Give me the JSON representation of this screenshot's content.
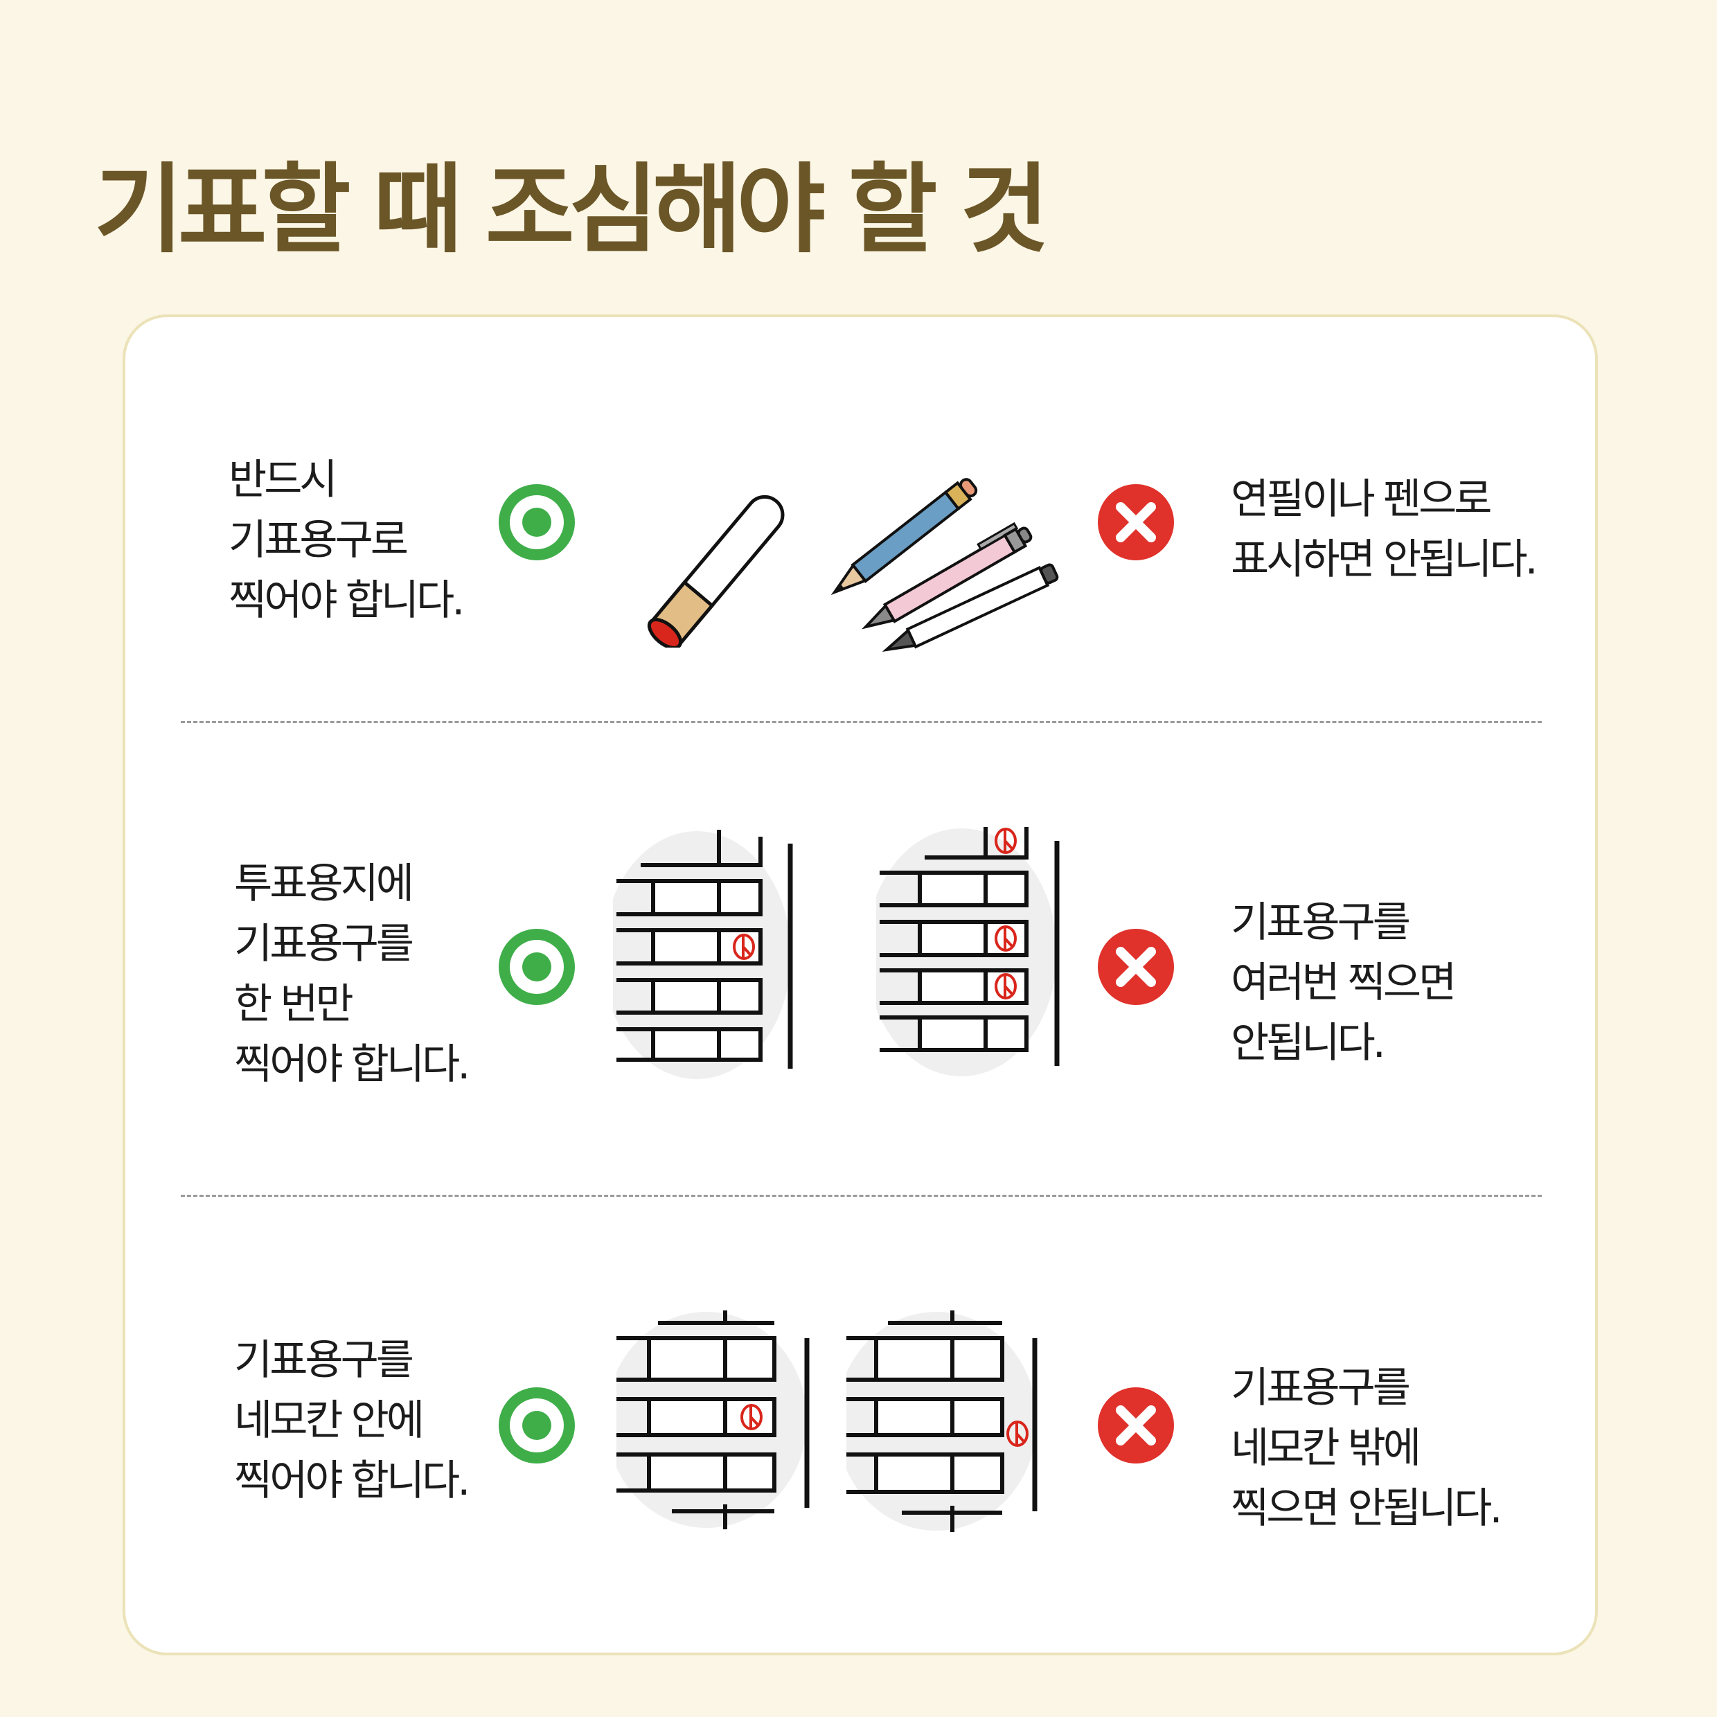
{
  "title": "기표할 때 조심해야 할 것",
  "colors": {
    "background": "#fbf6e5",
    "title": "#6b5628",
    "ok": "#3fae49",
    "no": "#e0312b",
    "stamp_ink": "#d9261c"
  },
  "rows": [
    {
      "do_lines": [
        "반드시",
        "기표용구로",
        "찍어야 합니다."
      ],
      "do_icon": "correct-circle-icon",
      "dont_icon": "wrong-x-icon",
      "dont_lines": [
        "연필이나 펜으로",
        "표시하면 안됩니다."
      ]
    },
    {
      "do_lines": [
        "투표용지에",
        "기표용구를",
        "한 번만",
        "찍어야 합니다."
      ],
      "do_icon": "correct-circle-icon",
      "dont_icon": "wrong-x-icon",
      "dont_lines": [
        "기표용구를",
        "여러번 찍으면",
        "안됩니다."
      ]
    },
    {
      "do_lines": [
        "기표용구를",
        "네모칸 안에",
        "찍어야 합니다."
      ],
      "do_icon": "correct-circle-icon",
      "dont_icon": "wrong-x-icon",
      "dont_lines": [
        "기표용구를",
        "네모칸 밖에",
        "찍으면 안됩니다."
      ]
    }
  ]
}
